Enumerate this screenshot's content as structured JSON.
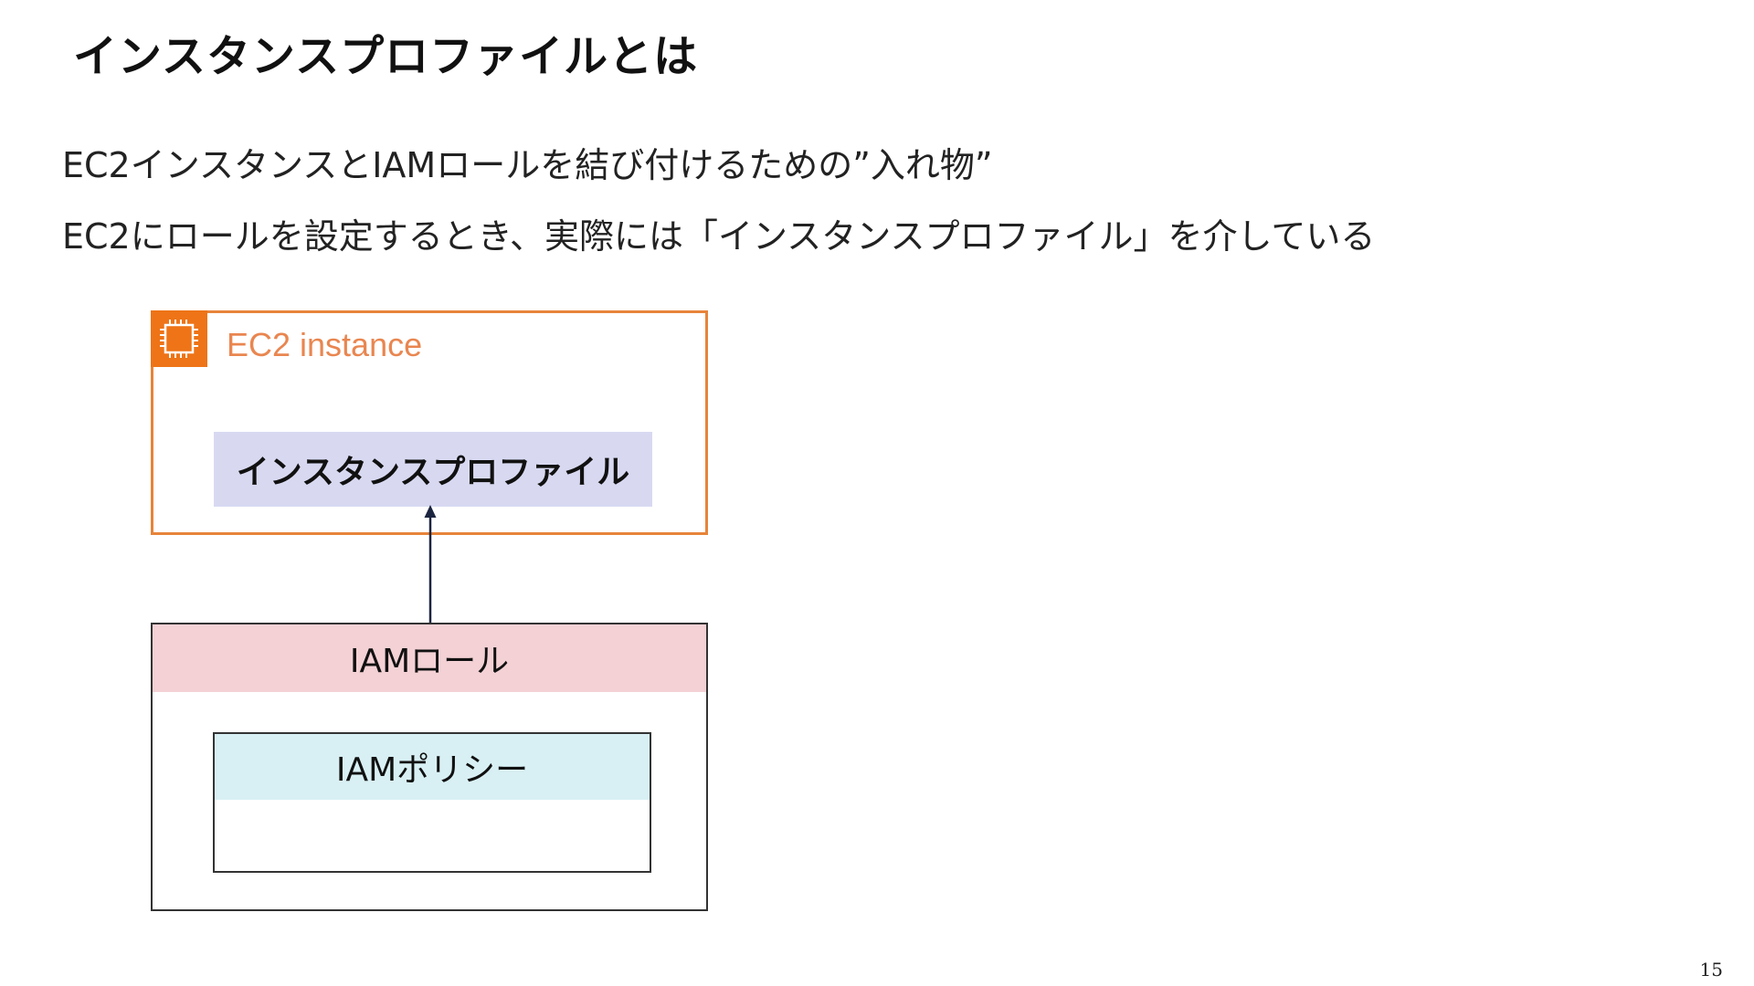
{
  "slide": {
    "title": "インスタンスプロファイルとは",
    "lines": [
      "EC2インスタンスとIAMロールを結び付けるための”入れ物”",
      "EC2にロールを設定するとき、実際には「インスタンスプロファイル」を介している"
    ],
    "page_number": "15"
  },
  "diagram": {
    "ec2_instance": {
      "label": "EC2 instance",
      "icon": "ec2-chip-icon",
      "border_color": "#e7843a",
      "badge_color": "#ee7417",
      "label_color": "#e98650"
    },
    "instance_profile": {
      "label": "インスタンスプロファイル",
      "fill_color": "#d8d9f1"
    },
    "iam_role": {
      "label": "IAMロール",
      "header_color": "#f3d1d5"
    },
    "iam_policy": {
      "label": "IAMポリシー",
      "header_color": "#d8f0f4"
    },
    "arrow_color": "#1c2540"
  }
}
